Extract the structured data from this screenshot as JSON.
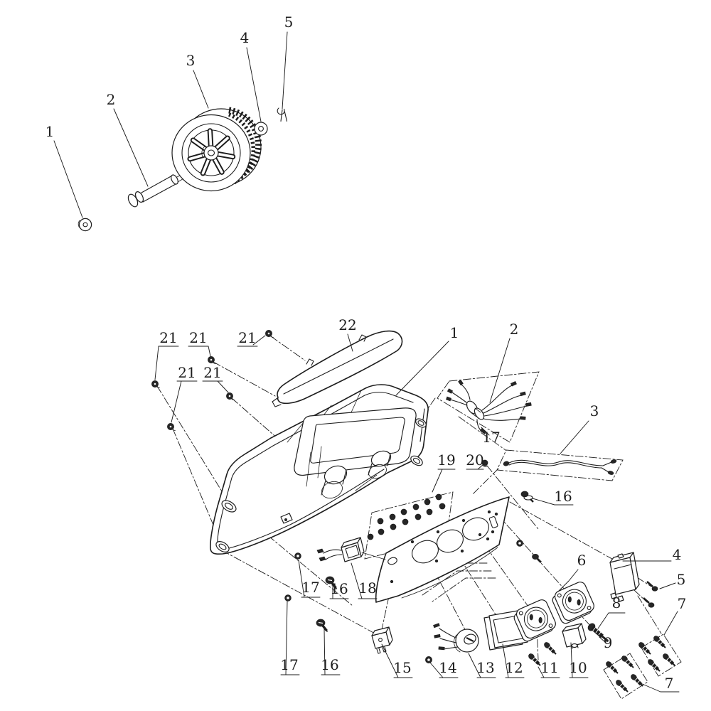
{
  "page": {
    "background": "#ffffff",
    "line_color": "#1d1d1d"
  },
  "callouts": [
    {
      "text": "1"
    },
    {
      "text": "2"
    },
    {
      "text": "3"
    },
    {
      "text": "4"
    },
    {
      "text": "5"
    },
    {
      "text": "21"
    },
    {
      "text": "21"
    },
    {
      "text": "21"
    },
    {
      "text": "21"
    },
    {
      "text": "21"
    },
    {
      "text": "22"
    },
    {
      "text": "1"
    },
    {
      "text": "2"
    },
    {
      "text": "3"
    },
    {
      "text": "17"
    },
    {
      "text": "19"
    },
    {
      "text": "20"
    },
    {
      "text": "16"
    },
    {
      "text": "17"
    },
    {
      "text": "16"
    },
    {
      "text": "18"
    },
    {
      "text": "17"
    },
    {
      "text": "16"
    },
    {
      "text": "15"
    },
    {
      "text": "14"
    },
    {
      "text": "13"
    },
    {
      "text": "12"
    },
    {
      "text": "11"
    },
    {
      "text": "10"
    },
    {
      "text": "9"
    },
    {
      "text": "8"
    },
    {
      "text": "6"
    },
    {
      "text": "4"
    },
    {
      "text": "5"
    },
    {
      "text": "7"
    },
    {
      "text": "7"
    }
  ]
}
